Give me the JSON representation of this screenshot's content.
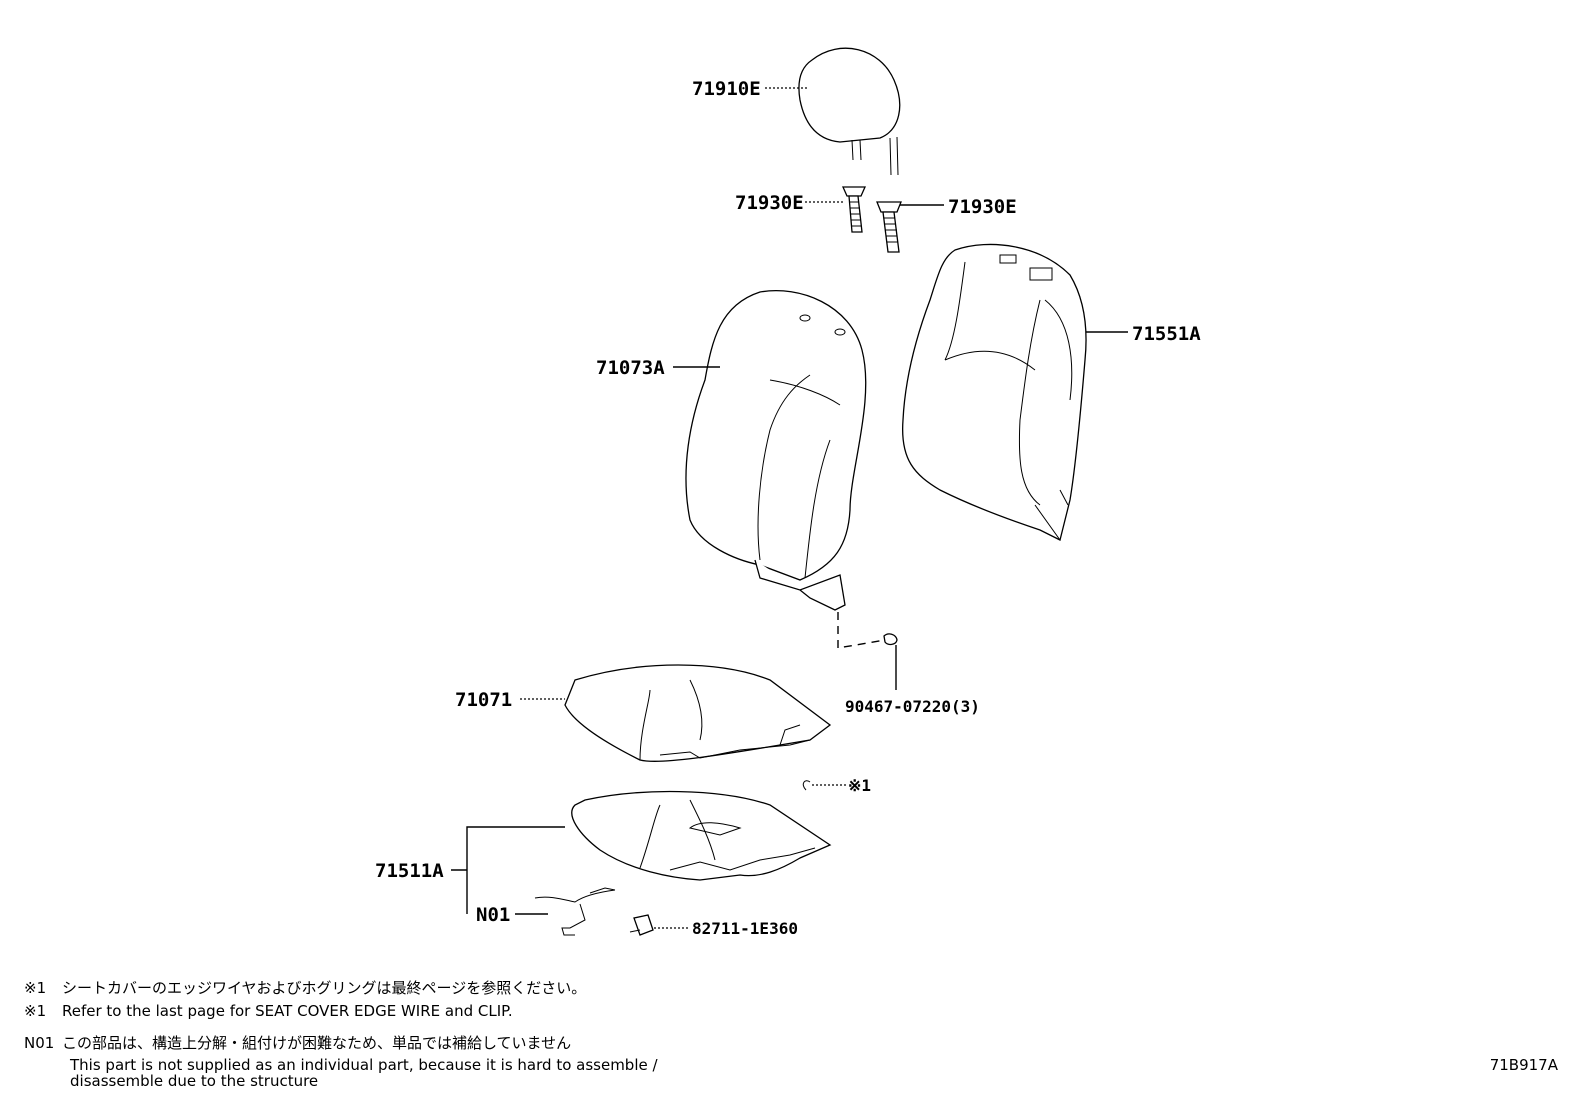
{
  "parts": {
    "headrest": "71910E",
    "headrest_support_left": "71930E",
    "headrest_support_right": "71930E",
    "seatback_pad": "71551A",
    "seatback_cover": "71073A",
    "screw": "90467-07220(3)",
    "cushion_cover": "71071",
    "cushion_pad": "71511A",
    "cushion_sub": "N01",
    "wire_clip": "82711-1E360",
    "edge_wire_ref": "※1"
  },
  "notes": {
    "n1_mark": "※1",
    "n1_jp": "シートカバーのエッジワイヤおよびホグリングは最終ページを参照ください。",
    "n1_en": "Refer to the last page for SEAT COVER EDGE WIRE and CLIP.",
    "n2_mark": "N01",
    "n2_jp": "この部品は、構造上分解・組付けが困難なため、単品では補給していません",
    "n2_en_1": "This part is not supplied as an individual part, because it is hard to assemble /",
    "n2_en_2": "disassemble due to the structure"
  },
  "doc_code": "71B917A"
}
